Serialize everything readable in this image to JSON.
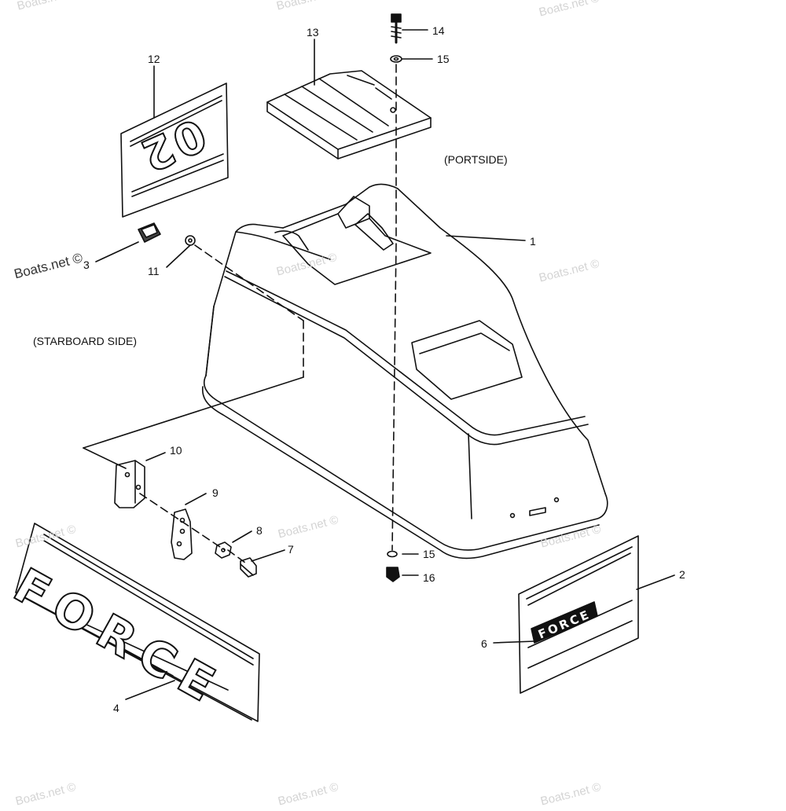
{
  "labels": {
    "portside": "(PORTSIDE)",
    "starboard": "(STARBOARD SIDE)"
  },
  "callouts": {
    "c1": "1",
    "c2": "2",
    "c3": "3",
    "c4": "4",
    "c6": "6",
    "c7": "7",
    "c8": "8",
    "c9": "9",
    "c10": "10",
    "c11": "11",
    "c12": "12",
    "c13": "13",
    "c14": "14",
    "c15a": "15",
    "c15b": "15",
    "c16": "16"
  },
  "decal_text": {
    "model_number": "02",
    "brand_large": "FORCE",
    "brand_small": "FORCE"
  },
  "watermark": "Boats.net ©"
}
